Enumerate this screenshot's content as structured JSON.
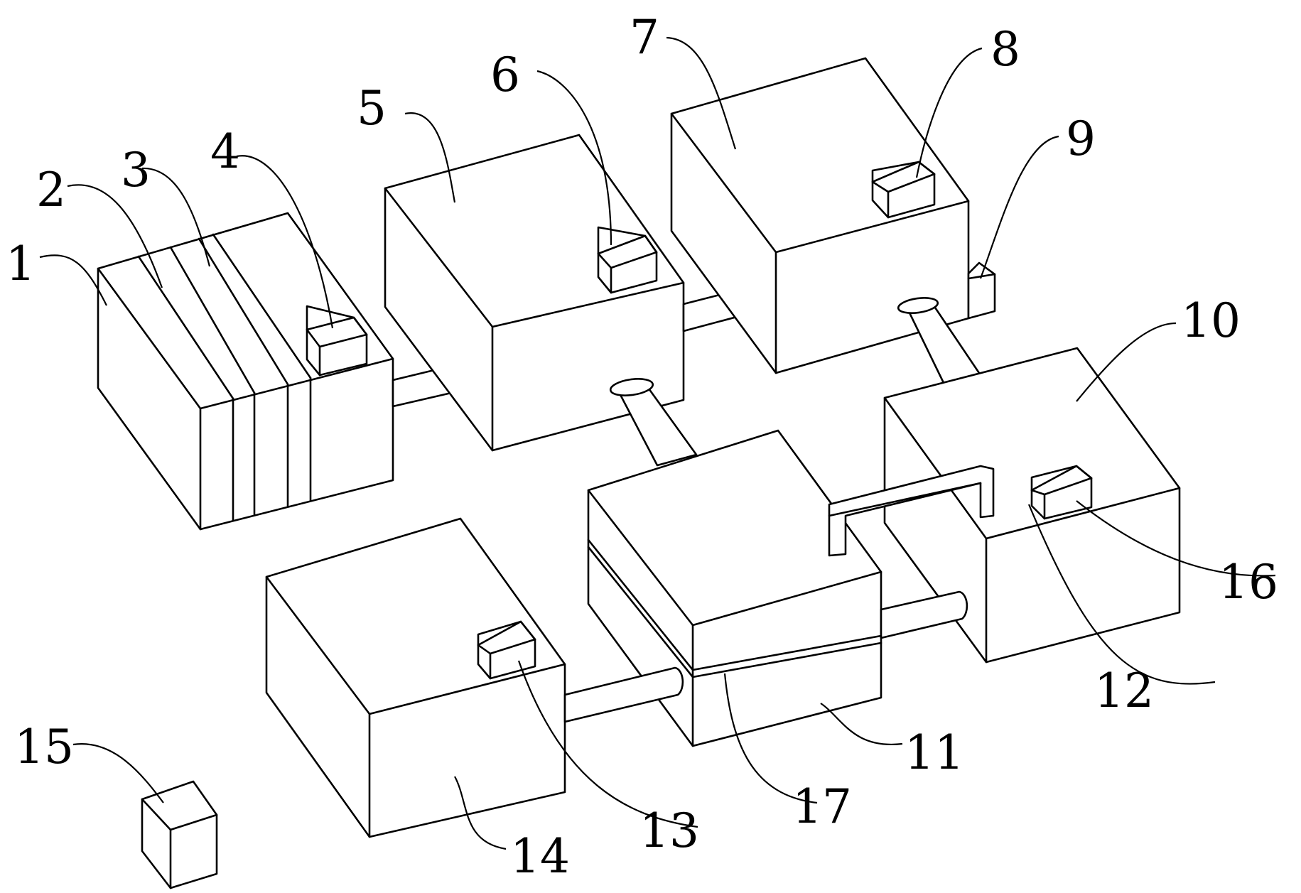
{
  "labels": {
    "n1": "1",
    "n2": "2",
    "n3": "3",
    "n4": "4",
    "n5": "5",
    "n6": "6",
    "n7": "7",
    "n8": "8",
    "n9": "9",
    "n10": "10",
    "n11": "11",
    "n12": "12",
    "n13": "13",
    "n14": "14",
    "n15": "15",
    "n16": "16",
    "n17": "17"
  }
}
